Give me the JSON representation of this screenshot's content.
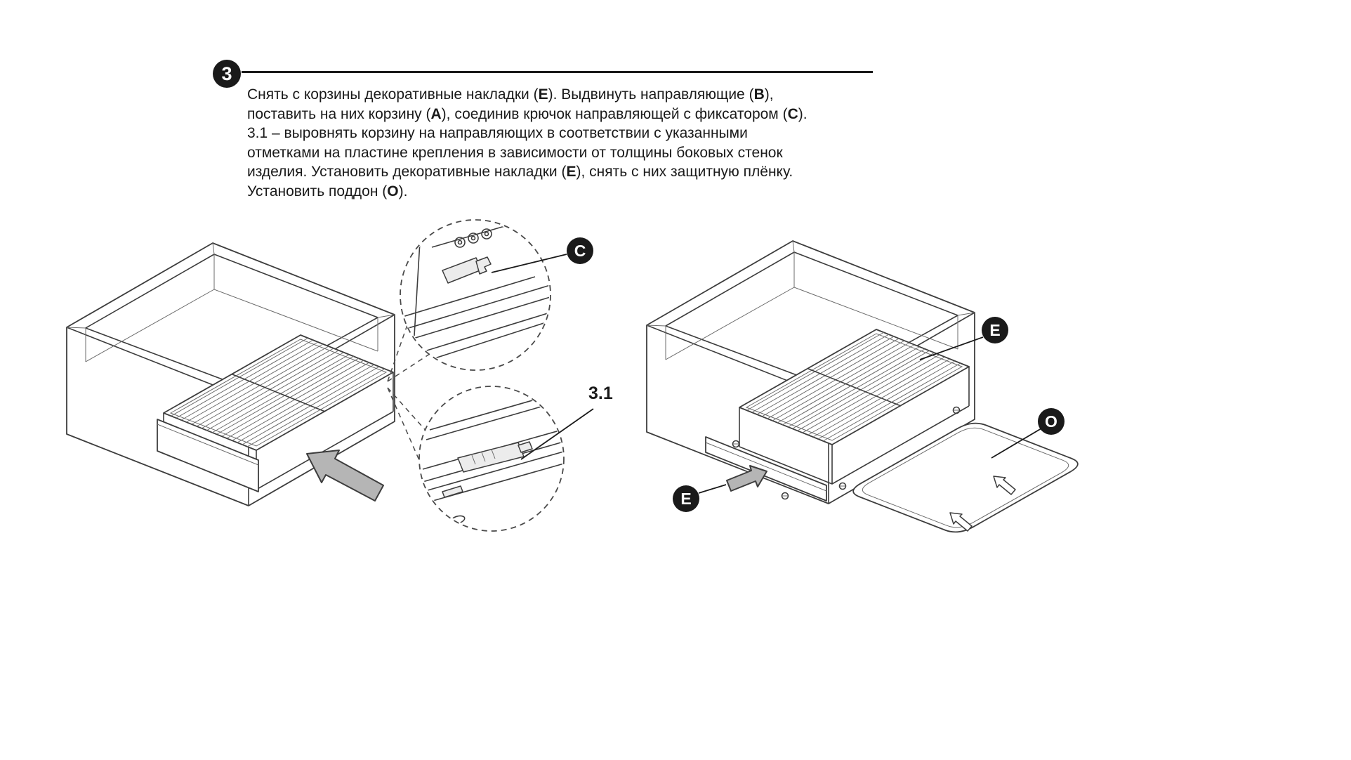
{
  "step": {
    "number": "3",
    "lines": [
      [
        {
          "t": "Снять с корзины декоративные накладки ("
        },
        {
          "t": "E",
          "b": true
        },
        {
          "t": "). Выдвинуть направляющие ("
        },
        {
          "t": "B",
          "b": true
        },
        {
          "t": "),"
        }
      ],
      [
        {
          "t": "поставить на них корзину ("
        },
        {
          "t": "A",
          "b": true
        },
        {
          "t": "), соединив крючок направляющей с фиксатором ("
        },
        {
          "t": "C",
          "b": true
        },
        {
          "t": ")."
        }
      ],
      [
        {
          "t": "3.1 – выровнять корзину на направляющих в соответствии с указанными"
        }
      ],
      [
        {
          "t": "отметками на пластине крепления в зависимости от толщины боковых стенок"
        }
      ],
      [
        {
          "t": "изделия. Установить декоративные накладки ("
        },
        {
          "t": "E",
          "b": true
        },
        {
          "t": "), снять с них защитную плёнку."
        }
      ],
      [
        {
          "t": "Установить поддон ("
        },
        {
          "t": "O",
          "b": true
        },
        {
          "t": ")."
        }
      ]
    ]
  },
  "callouts": {
    "c": "C",
    "e_top": "E",
    "e_bottom": "E",
    "o": "O",
    "detail": "3.1"
  },
  "colors": {
    "ink": "#1a1a1a",
    "line": "#3d3d3d",
    "arrow_fill": "#b5b5b5"
  }
}
